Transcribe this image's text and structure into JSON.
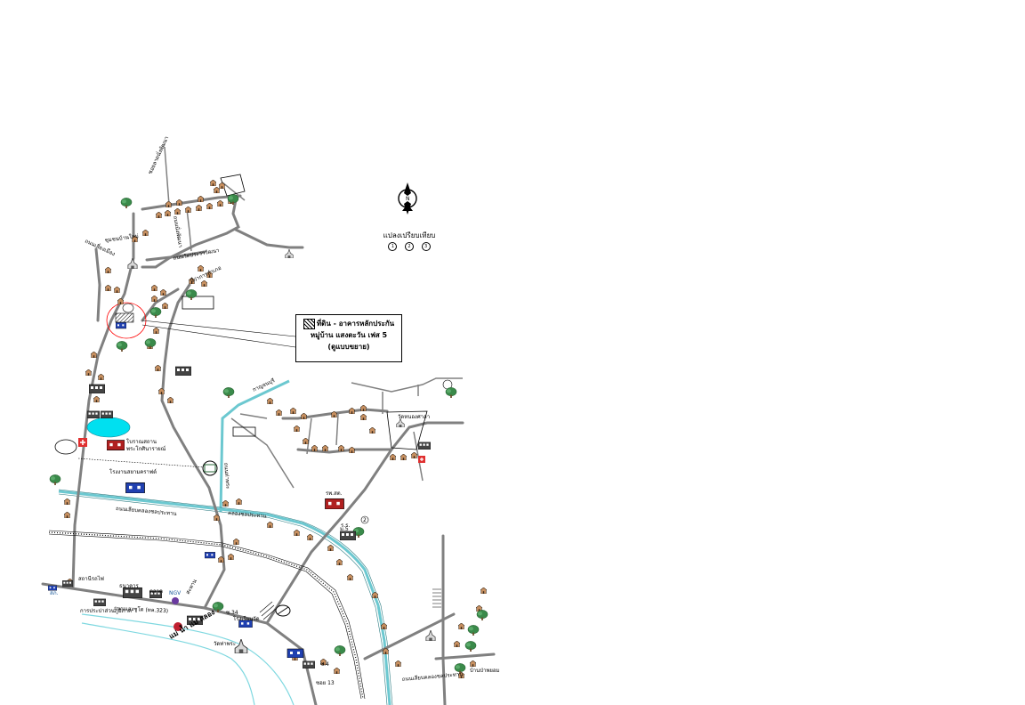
{
  "legend": {
    "line1": "ที่ดิน - อาคารหลักประกัน",
    "line2": "หมู่บ้าน แสงตะวัน เฟส 5",
    "line3": "(ดูแบบขยาย)"
  },
  "scale": {
    "title": "แปลงเปรียบเทียบ",
    "markers": [
      "1",
      "2",
      "3"
    ]
  },
  "compass": {
    "letter": "N"
  },
  "labels": {
    "soi_top": "ซอยลาดนั่งพัฒนา",
    "road_upper": "ถนนนั่งพัฒนา",
    "road_center": "ถนนวัดประวาวัฒนา",
    "road_left": "ถนนเลี่ยงเมือง",
    "community": "ชุมชนบ้านใหม่",
    "ancient_site": "โบราณสถาน",
    "ancient_site2": "พระโกศินารายณ์",
    "factory": "โรงงานสยามคราฟต์",
    "canal_road": "ถนนเลียบคลองชลประทาน",
    "canal": "คลองชลประทาน",
    "temple_right": "วัดหนองศาลา",
    "hospital": "รพ.สต.",
    "school": "ร.ร.",
    "temple_low": "วัดท่าพระ",
    "rail_station": "สถานีรถไฟ",
    "hwy": "ถนนแสงชูโต (ทล.323)",
    "pea": "การประปาส่วนภูมิภาค",
    "river": "แม่ น้ำ แม่ กลอง",
    "soi_34": "ซ.34",
    "soi_13": "ซอย 13",
    "ngv": "NGV",
    "market": "ตลาด",
    "bank": "ธนาคาร",
    "police": "สภ.",
    "village_right": "บ้านป่าพยอม",
    "road_bottom_right": "ถนนเลียบคลองชลประทาน",
    "bridge": "สะพาน",
    "kanchanaburi": "กาญจนบุรี",
    "office": "ที่ว่าการอำเภอ",
    "road_vertical": "ถนนท่าพระ",
    "num_marker": "2",
    "soi_4": "ซ.4",
    "school2": "โรงเรียนวัด",
    "moo": "ม.5"
  },
  "colors": {
    "road": "#808080",
    "canal": "#7fd8e0",
    "river": "#7fd8e0",
    "pond": "#00e0f0",
    "house": "#c89060",
    "tree": "#3a8a4a",
    "rail": "#000000",
    "red_circle": "#ff0000"
  }
}
